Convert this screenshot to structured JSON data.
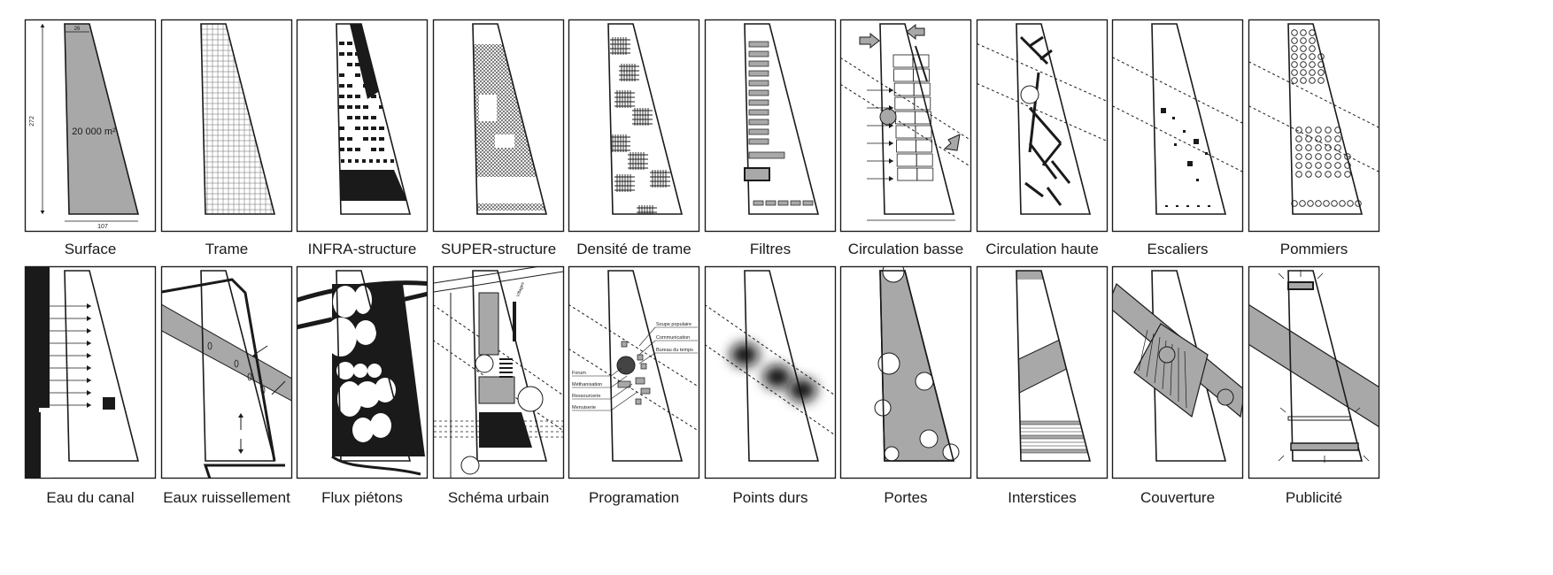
{
  "row1": [
    {
      "id": "surface",
      "label": "Surface"
    },
    {
      "id": "trame",
      "label": "Trame"
    },
    {
      "id": "infra",
      "label": "INFRA-structure"
    },
    {
      "id": "super",
      "label": "SUPER-structure"
    },
    {
      "id": "densite",
      "label": "Densité de trame"
    },
    {
      "id": "filtres",
      "label": "Filtres"
    },
    {
      "id": "circ-basse",
      "label": "Circulation basse"
    },
    {
      "id": "circ-haute",
      "label": "Circulation haute"
    },
    {
      "id": "escaliers",
      "label": "Escaliers"
    },
    {
      "id": "pommiers",
      "label": "Pommiers"
    }
  ],
  "row2": [
    {
      "id": "canal",
      "label": "Eau du canal"
    },
    {
      "id": "ruissellement",
      "label": "Eaux ruissellement"
    },
    {
      "id": "flux",
      "label": "Flux piétons"
    },
    {
      "id": "schema",
      "label": "Schéma urbain"
    },
    {
      "id": "programation",
      "label": "Programation"
    },
    {
      "id": "points-durs",
      "label": "Points durs"
    },
    {
      "id": "portes",
      "label": "Portes"
    },
    {
      "id": "interstices",
      "label": "Interstices"
    },
    {
      "id": "couverture",
      "label": "Couverture"
    },
    {
      "id": "publicite",
      "label": "Publicité"
    }
  ],
  "surface_dims": {
    "top": "26",
    "left": "272",
    "bottom": "107",
    "area": "20 000 m²"
  },
  "programation_labels": [
    "Soupe populaire",
    "Communication",
    "Bureau du temps",
    "Forum",
    "Méthanisation",
    "Ressourcerie",
    "Menuiserie"
  ],
  "schema_annotation": "Villages",
  "colors": {
    "ink": "#1a1a1a",
    "fill_gray": "#a8a8a8"
  }
}
